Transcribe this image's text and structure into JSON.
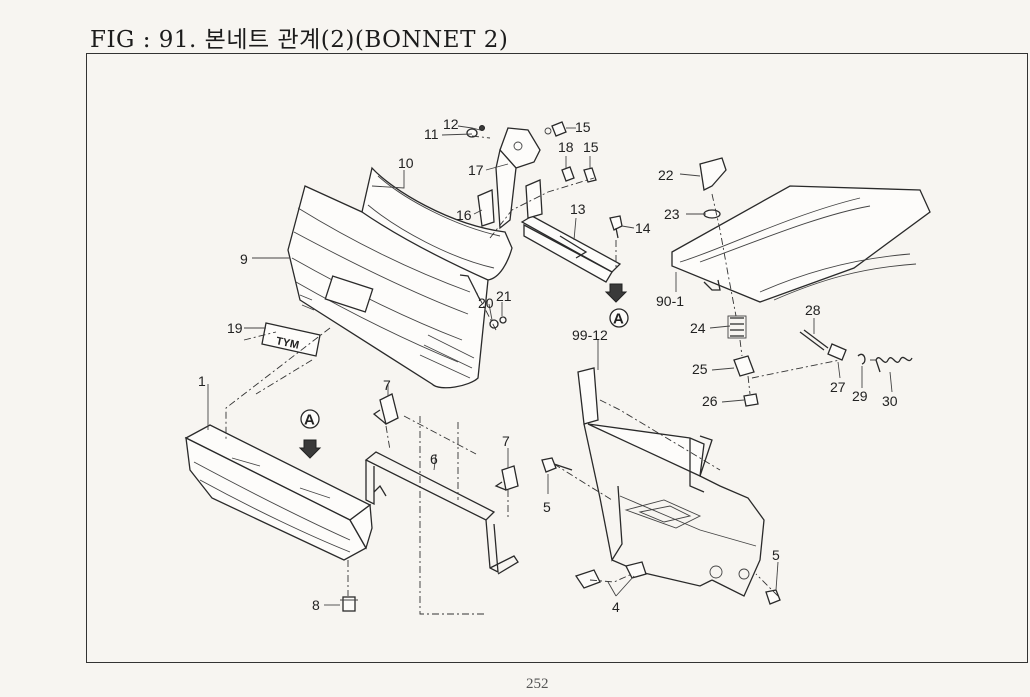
{
  "title": "FIG : 91. 본네트 관계(2)(BONNET 2)",
  "page_number": "252",
  "emblem_text": "TYM",
  "reference_marker": "A",
  "callouts": [
    "1",
    "4",
    "5",
    "5",
    "6",
    "7",
    "7",
    "8",
    "9",
    "10",
    "11",
    "12",
    "13",
    "14",
    "15",
    "15",
    "16",
    "17",
    "18",
    "19",
    "20",
    "21",
    "22",
    "23",
    "24",
    "25",
    "26",
    "27",
    "28",
    "29",
    "30",
    "90-1",
    "99-12"
  ]
}
